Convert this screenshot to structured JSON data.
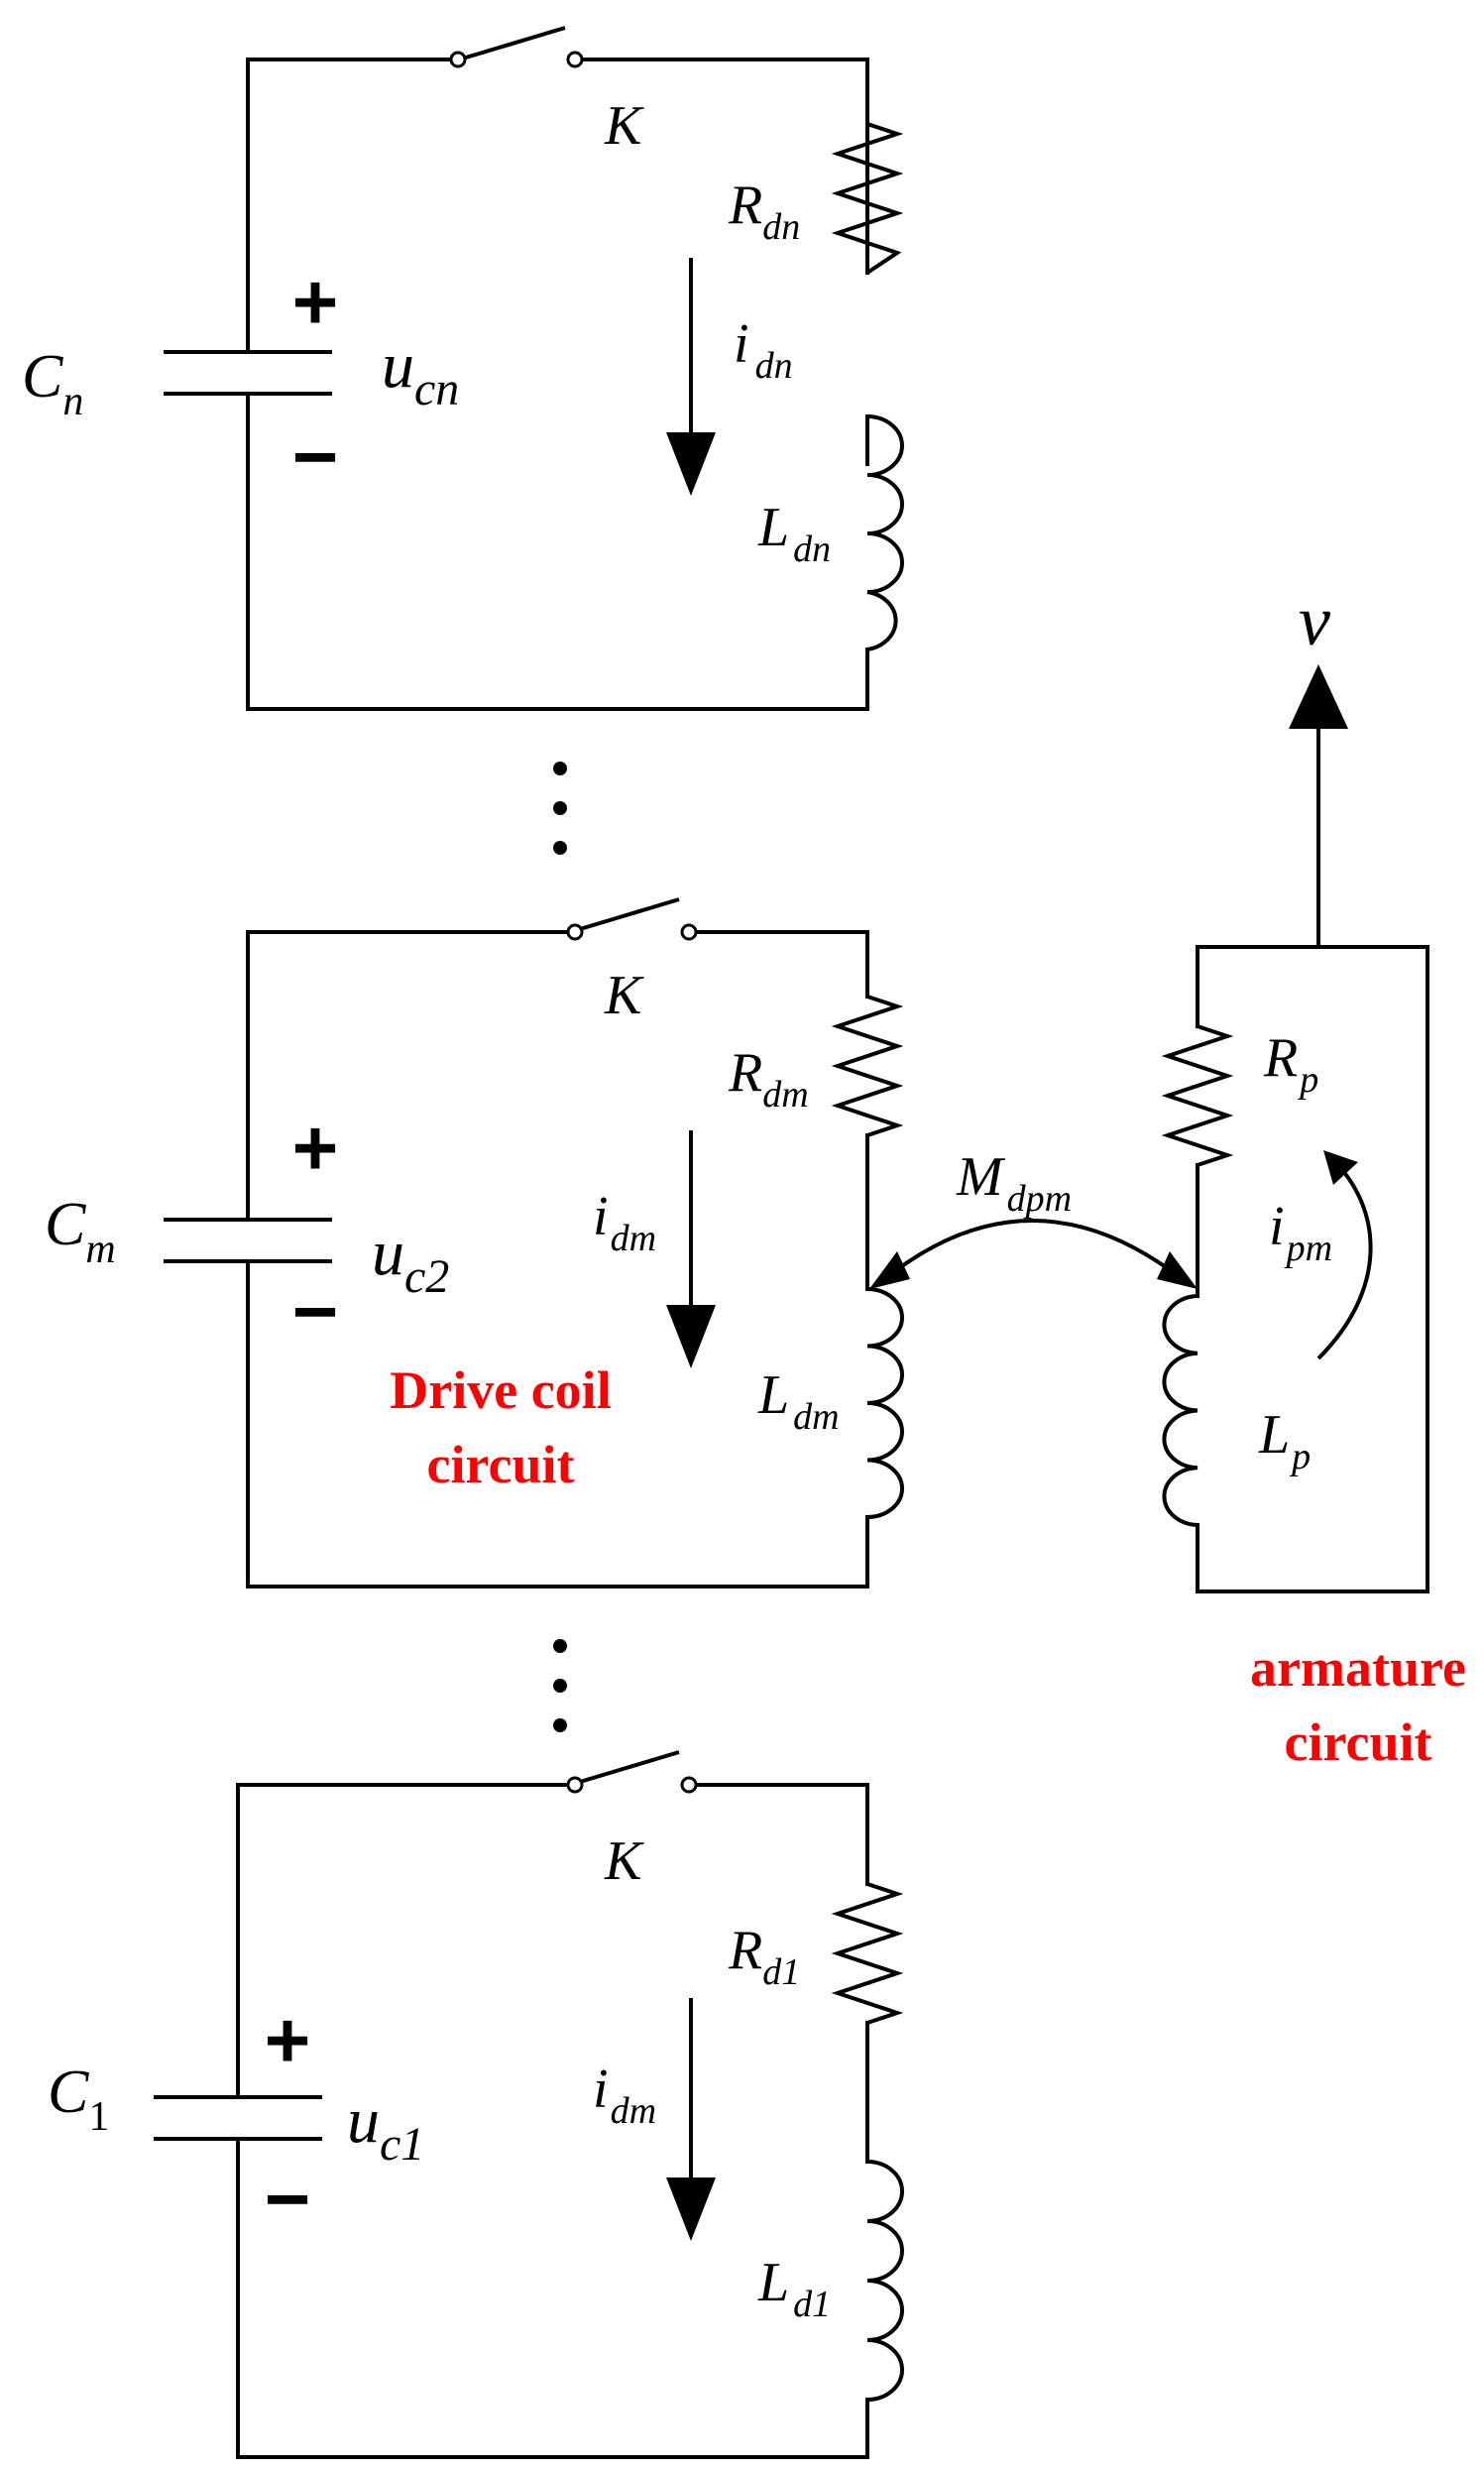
{
  "circuit_n": {
    "switch": "K",
    "cap_main": "C",
    "cap_sub": "n",
    "volt_main": "u",
    "volt_sub": "cn",
    "res_main": "R",
    "res_sub": "dn",
    "cur_main": "i",
    "cur_sub": "dn",
    "ind_main": "L",
    "ind_sub": "dn",
    "plus": "+",
    "minus": "−"
  },
  "circuit_m": {
    "switch": "K",
    "cap_main": "C",
    "cap_sub": "m",
    "volt_main": "u",
    "volt_sub": "c2",
    "res_main": "R",
    "res_sub": "dm",
    "cur_main": "i",
    "cur_sub": "dm",
    "ind_main": "L",
    "ind_sub": "dm",
    "plus": "+",
    "minus": "−",
    "caption_line1": "Drive coil",
    "caption_line2": "circuit"
  },
  "circuit_1": {
    "switch": "K",
    "cap_main": "C",
    "cap_sub": "1",
    "volt_main": "u",
    "volt_sub": "c1",
    "res_main": "R",
    "res_sub": "d1",
    "cur_main": "i",
    "cur_sub": "dm",
    "ind_main": "L",
    "ind_sub": "d1",
    "plus": "+",
    "minus": "−"
  },
  "coupling": {
    "main": "M",
    "sub": "dpm"
  },
  "armature": {
    "res_main": "R",
    "res_sub": "p",
    "cur_main": "i",
    "cur_sub": "pm",
    "ind_main": "L",
    "ind_sub": "p",
    "velocity": "v",
    "caption_line1": "armature",
    "caption_line2": "circuit"
  },
  "colors": {
    "line": "#000000",
    "caption": "#ff0000"
  }
}
